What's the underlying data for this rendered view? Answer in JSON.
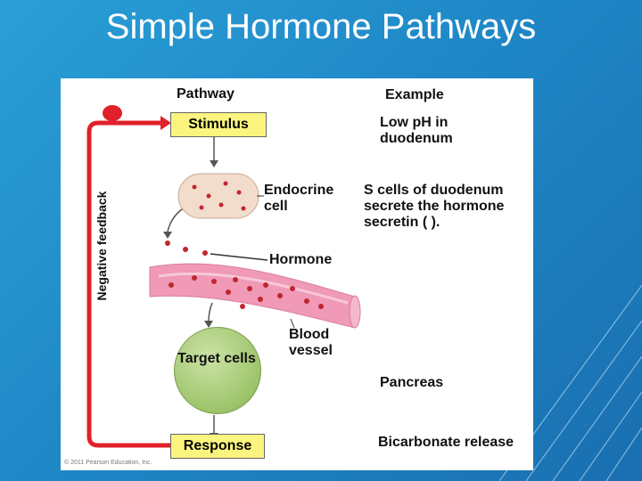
{
  "slide": {
    "title": "Simple Hormone Pathways"
  },
  "diagram": {
    "header_pathway": "Pathway",
    "header_example": "Example",
    "stimulus_label": "Stimulus",
    "stimulus_example": "Low pH in duodenum",
    "endocrine_label": "Endocrine cell",
    "endocrine_example": "S cells of duodenum secrete the hormone secretin (  ).",
    "hormone_label": "Hormone",
    "blood_vessel_label": "Blood vessel",
    "target_label": "Target cells",
    "target_example": "Pancreas",
    "response_label": "Response",
    "response_example": "Bicarbonate release",
    "feedback_label": "Negative feedback",
    "copyright": "© 2011 Pearson Education, Inc."
  },
  "colors": {
    "background": "#1f88c7",
    "panel": "#ffffff",
    "feedback_line": "#e0202a",
    "box_fill": "#fbf57f",
    "vessel": "#f09ab8",
    "hormone_dot": "#c0262e",
    "target_cell": "#9dc46b",
    "endocrine_cell": "#f2dccb"
  }
}
